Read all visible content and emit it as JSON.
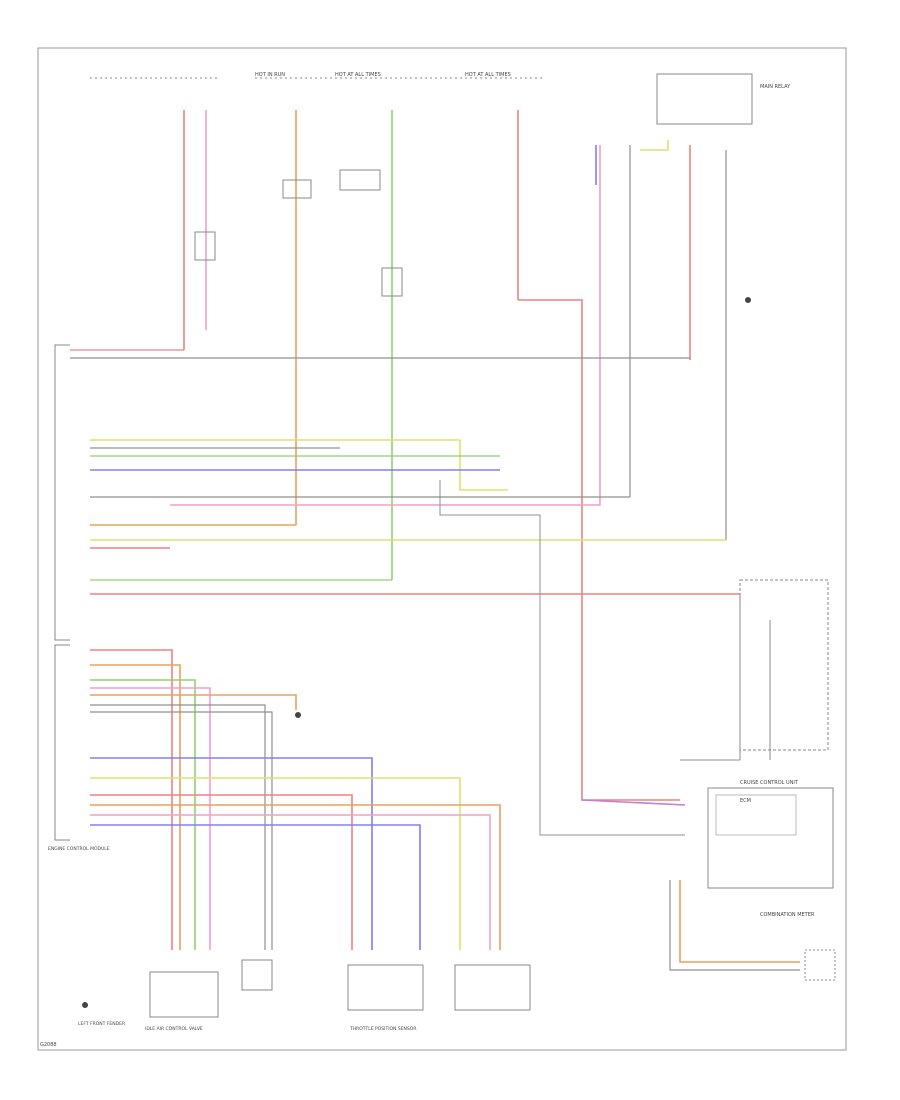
{
  "diagram": {
    "top_labels": {
      "hot_in_run": "HOT IN RUN",
      "hot_at_all_times": "HOT AT ALL TIMES",
      "hot_at_all_times_2": "HOT AT ALL TIMES"
    },
    "components": {
      "cruise_control_unit": "CRUISE CONTROL UNIT",
      "ecm": "ECM",
      "engine_control_module": "ENGINE CONTROL MODULE",
      "throttle_position_sensor": "THROTTLE POSITION SENSOR",
      "idle_air_control": "IDLE AIR CONTROL VALVE",
      "left_front_fender": "LEFT FRONT FENDER",
      "combination_meter": "COMBINATION METER",
      "main_relay": "MAIN RELAY"
    },
    "footer_code": "G2088"
  },
  "wire_colors": {
    "red": "#f08080",
    "pink": "#f0a0c8",
    "orange": "#e8a060",
    "green": "#90d070",
    "yellow": "#e0e070",
    "blue": "#8080f0",
    "gray": "#909090",
    "violet": "#c080d0"
  }
}
